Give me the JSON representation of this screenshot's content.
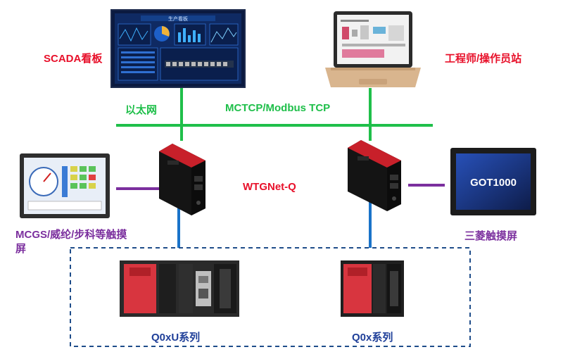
{
  "colors": {
    "ethernet_line": "#1fbf4a",
    "serial_line": "#1a73c9",
    "hmi_link": "#7b2f9e",
    "red_label": "#e8102a",
    "blue_label": "#1f3f99",
    "purple_label": "#7b2f9e",
    "dashed_box": "#1f4d8a"
  },
  "labels": {
    "scada": "SCADA看板",
    "engineer_station": "工程师/操作员站",
    "ethernet": "以太网",
    "protocol": "MCTCP/Modbus TCP",
    "gateway": "WTGNet-Q",
    "mcgs_hmi": "MCGS/威纶/步科等触摸屏",
    "mitsubishi_hmi": "三菱触摸屏",
    "plc_q0xu": "Q0xU系列",
    "plc_q0x": "Q0x系列"
  },
  "devices": {
    "scada_screen": {
      "title": "生产看板"
    },
    "mitsubishi_screen": {
      "brand_text": "GOT1000"
    }
  }
}
